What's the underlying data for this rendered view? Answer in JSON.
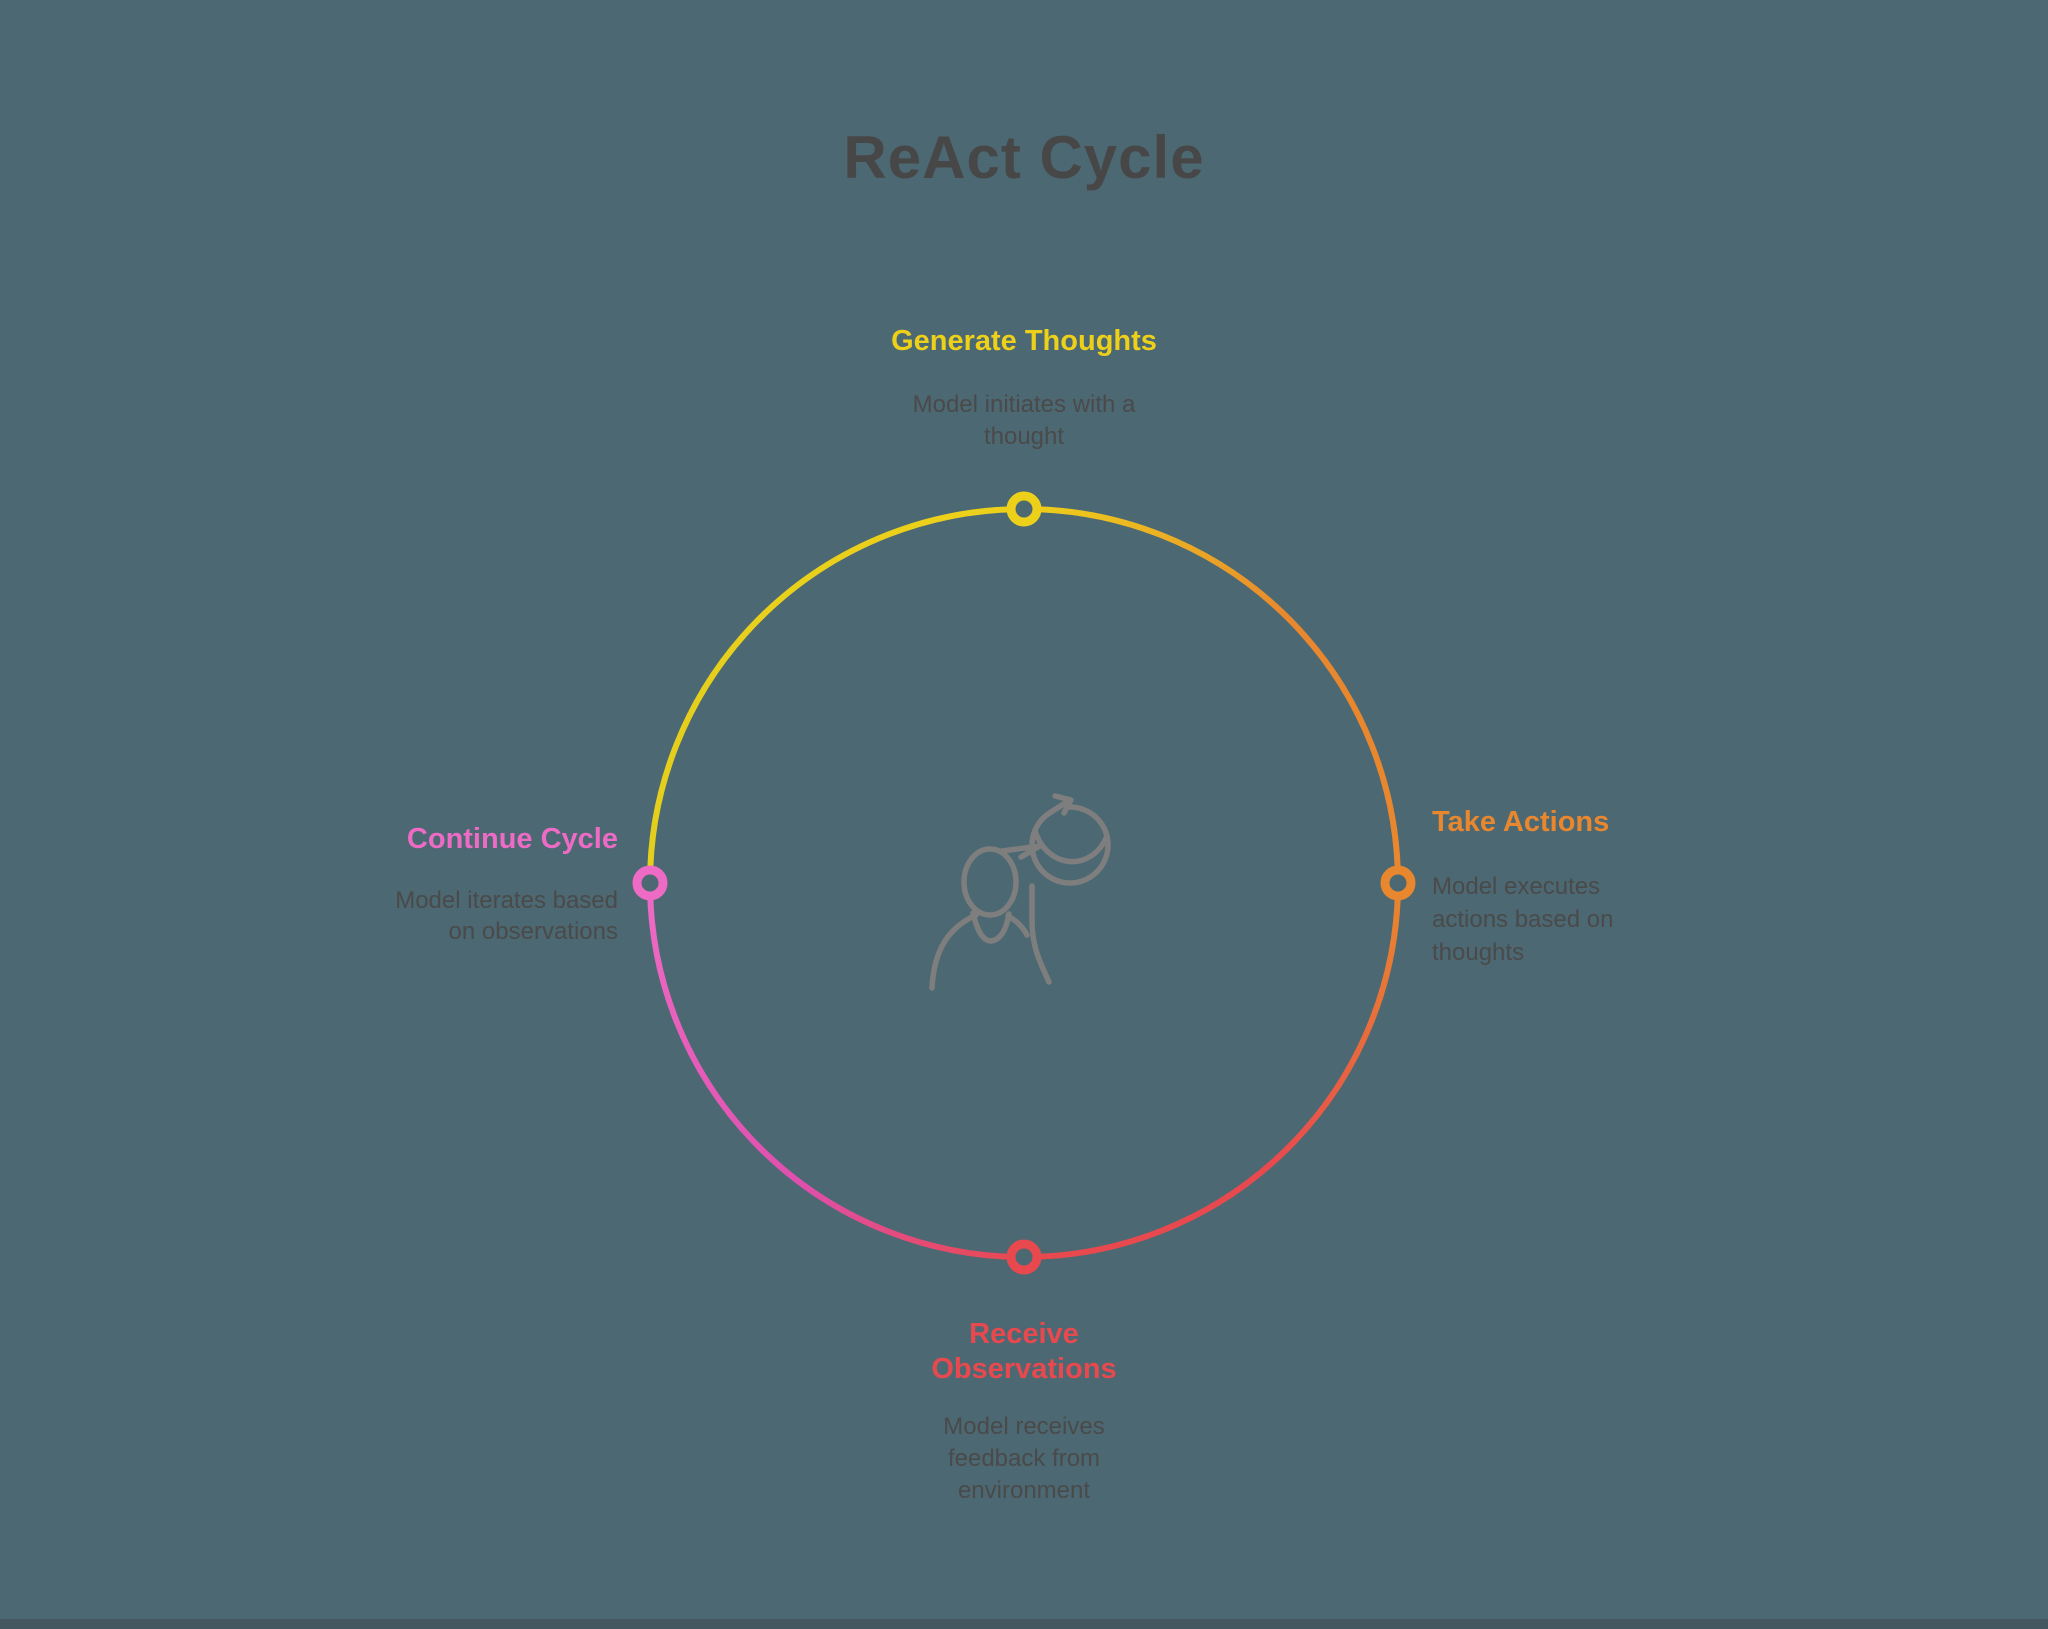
{
  "title": "ReAct Cycle",
  "colors": {
    "background": "#4c6872",
    "footer_edge": "#42575f",
    "title_text": "#474747",
    "body_text": "#4a4a4a",
    "icon_gray": "#7e7e7e",
    "yellow": "#edd01a",
    "yellow_line": "#e3cf1d",
    "orange": "#e8872e",
    "red": "#e8494f",
    "magenta_line": "#df4fae",
    "pink": "#ed6bc4"
  },
  "steps": [
    {
      "label": "Generate Thoughts",
      "description": "Model initiates with a\nthought",
      "color": "#edd01a",
      "position": "top"
    },
    {
      "label": "Take Actions",
      "description": "Model executes\nactions based on\nthoughts",
      "color": "#e8872e",
      "position": "right"
    },
    {
      "label": "Receive\nObservations",
      "description": "Model receives\nfeedback from\nenvironment",
      "color": "#e8494f",
      "position": "bottom"
    },
    {
      "label": "Continue Cycle",
      "description": "Model iterates based\non observations",
      "color": "#ed6bc4",
      "position": "left"
    }
  ],
  "center_icon": "person-rotation-cycle-icon"
}
